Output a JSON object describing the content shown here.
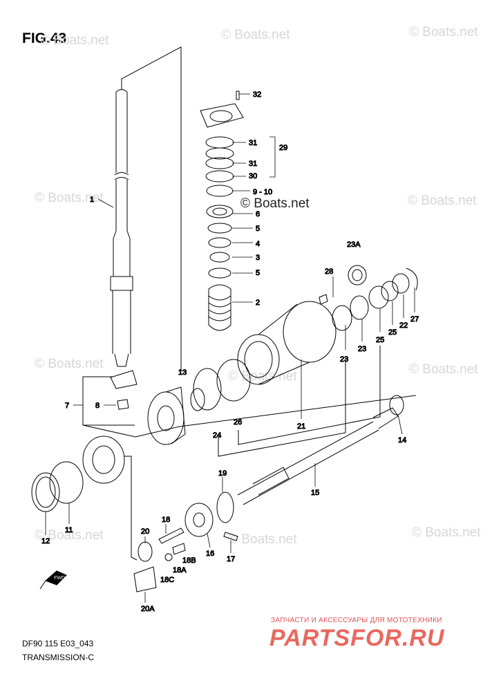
{
  "figure_title": "FIG.43",
  "footer": {
    "model_code": "DF90 115 E03_043",
    "section_name": "TRANSMISSION-C"
  },
  "watermark": {
    "text": "© Boats.net",
    "center_text": "© Boats.net"
  },
  "promo": {
    "tagline": "ЗАПЧАСТИ И АКСЕССУАРЫ ДЛЯ МОТОТЕХНИКИ",
    "brand": "PARTSFOR.RU"
  },
  "fwd_arrow_label": "FWD",
  "callouts": [
    "32",
    "31",
    "29",
    "31",
    "30",
    "9 - 10",
    "6",
    "5",
    "4",
    "3",
    "5",
    "2",
    "1",
    "23A",
    "28",
    "23",
    "23",
    "25",
    "25",
    "22",
    "27",
    "21",
    "13",
    "26",
    "24",
    "7",
    "8",
    "14",
    "15",
    "19",
    "18",
    "20",
    "18B",
    "18A",
    "18C",
    "16",
    "17",
    "12",
    "11",
    "20A"
  ],
  "colors": {
    "line": "#000000",
    "watermark": "#d6d6d6",
    "promo": "#e8685f"
  }
}
